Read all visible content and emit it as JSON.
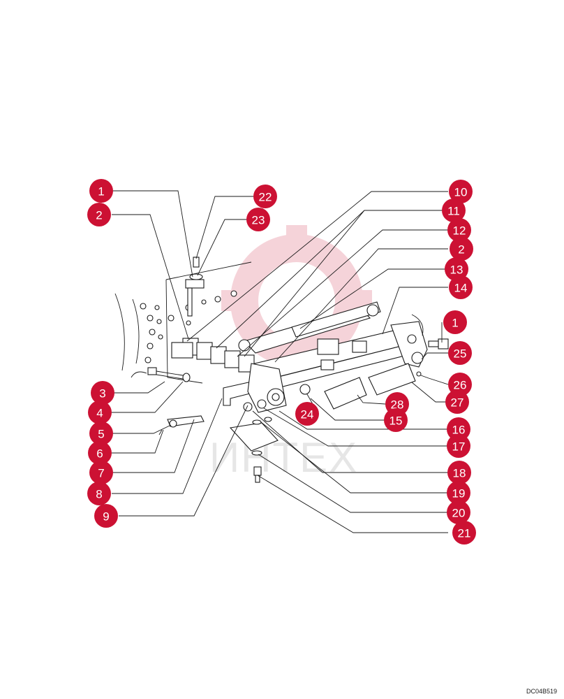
{
  "watermark": {
    "text": "ИНТЕХ"
  },
  "drawing_code": "DC04B519",
  "callouts": [
    {
      "label": "1"
    },
    {
      "label": "2"
    },
    {
      "label": "22"
    },
    {
      "label": "23"
    },
    {
      "label": "10"
    },
    {
      "label": "11"
    },
    {
      "label": "12"
    },
    {
      "label": "2"
    },
    {
      "label": "13"
    },
    {
      "label": "14"
    },
    {
      "label": "1"
    },
    {
      "label": "25"
    },
    {
      "label": "26"
    },
    {
      "label": "27"
    },
    {
      "label": "28"
    },
    {
      "label": "15"
    },
    {
      "label": "24"
    },
    {
      "label": "16"
    },
    {
      "label": "17"
    },
    {
      "label": "18"
    },
    {
      "label": "19"
    },
    {
      "label": "20"
    },
    {
      "label": "21"
    },
    {
      "label": "3"
    },
    {
      "label": "4"
    },
    {
      "label": "5"
    },
    {
      "label": "6"
    },
    {
      "label": "7"
    },
    {
      "label": "8"
    },
    {
      "label": "9"
    }
  ]
}
